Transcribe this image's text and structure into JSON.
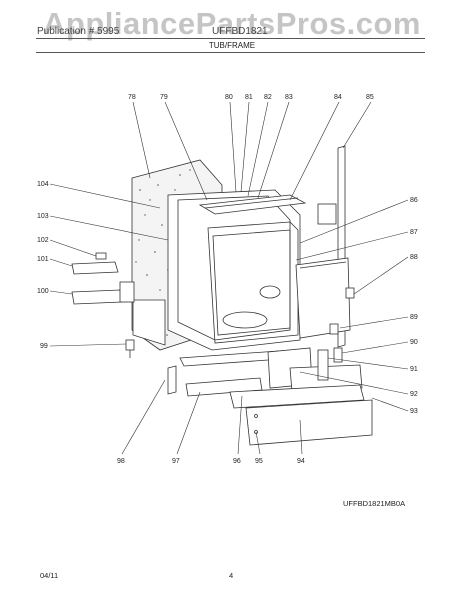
{
  "watermark": "AppliancePartsPros.com",
  "header": {
    "left": "Publication # 5995",
    "right": "UFFBD1821",
    "section": "TUB/FRAME"
  },
  "diagram_code": "UFFBD1821MB0A",
  "footer": {
    "date": "04/11",
    "page": "4"
  },
  "callouts": [
    "78",
    "79",
    "80",
    "81",
    "82",
    "83",
    "84",
    "85",
    "104",
    "86",
    "103",
    "87",
    "102",
    "88",
    "101",
    "100",
    "89",
    "99",
    "90",
    "91",
    "92",
    "93",
    "98",
    "97",
    "96",
    "95",
    "94"
  ]
}
